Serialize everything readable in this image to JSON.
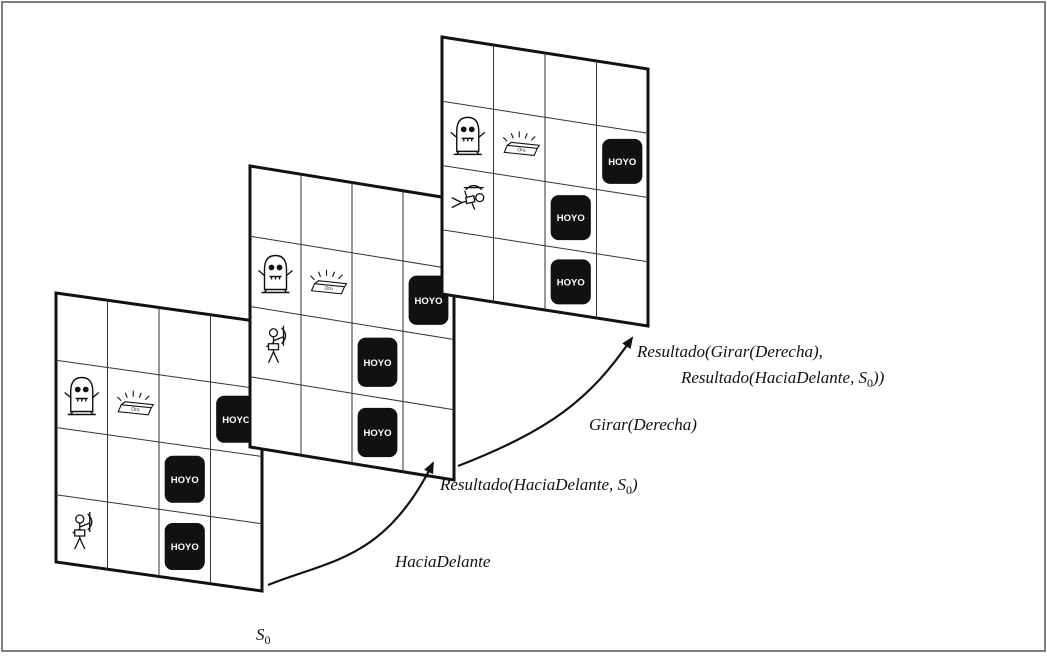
{
  "figure": {
    "colors": {
      "background": "#ffffff",
      "ink": "#111111",
      "grid": "#333333",
      "pit": "#111111"
    },
    "boards": [
      {
        "id": "board-s0",
        "cells": [
          [
            "",
            "",
            "",
            ""
          ],
          [
            "wumpus",
            "gold",
            "",
            "pit"
          ],
          [
            "",
            "",
            "pit",
            ""
          ],
          [
            "agent-up",
            "",
            "pit",
            ""
          ]
        ]
      },
      {
        "id": "board-hacia-delante",
        "cells": [
          [
            "",
            "",
            "",
            ""
          ],
          [
            "wumpus",
            "gold",
            "",
            "pit"
          ],
          [
            "agent-up",
            "",
            "pit",
            ""
          ],
          [
            "",
            "",
            "pit",
            ""
          ]
        ]
      },
      {
        "id": "board-girar-derecha",
        "cells": [
          [
            "",
            "",
            "",
            ""
          ],
          [
            "wumpus",
            "gold",
            "",
            "pit"
          ],
          [
            "agent-right",
            "",
            "pit",
            ""
          ],
          [
            "",
            "",
            "pit",
            ""
          ]
        ]
      }
    ],
    "pit_text": "HOYO",
    "gold_text": "Oro"
  },
  "labels": {
    "s0": {
      "base": "S",
      "sub": "0"
    },
    "action1": "HaciaDelante",
    "result1": {
      "pre": "Resultado(HaciaDelante, ",
      "s": "S",
      "sub": "0",
      "post": ")"
    },
    "action2": "Girar(Derecha)",
    "result2_line1": "Resultado(Girar(Derecha),",
    "result2_line2": {
      "pre": "Resultado(HaciaDelante, ",
      "s": "S",
      "sub": "0",
      "post": "))"
    }
  }
}
